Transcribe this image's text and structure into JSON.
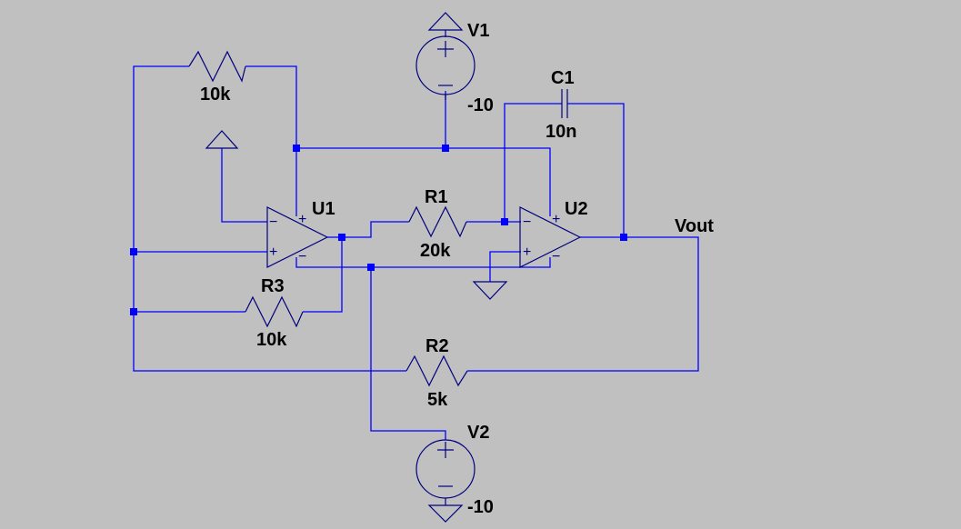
{
  "schematic": {
    "title": "Op-amp circuit schematic",
    "colors": {
      "background": "#c0c0c0",
      "wire": "#0000ff",
      "symbol": "#000080",
      "text": "#000000"
    },
    "components": {
      "r_top": {
        "designator": "",
        "value": "10k"
      },
      "r1": {
        "designator": "R1",
        "value": "20k"
      },
      "r2": {
        "designator": "R2",
        "value": "5k"
      },
      "r3": {
        "designator": "R3",
        "value": "10k"
      },
      "c1": {
        "designator": "C1",
        "value": "10n"
      },
      "u1": {
        "designator": "U1"
      },
      "u2": {
        "designator": "U2"
      },
      "v1": {
        "designator": "V1",
        "value": "-10"
      },
      "v2": {
        "designator": "V2",
        "value": "-10"
      }
    },
    "net_labels": {
      "vout": "Vout"
    },
    "pin_marks": {
      "plus": "+",
      "minus": "−"
    }
  }
}
